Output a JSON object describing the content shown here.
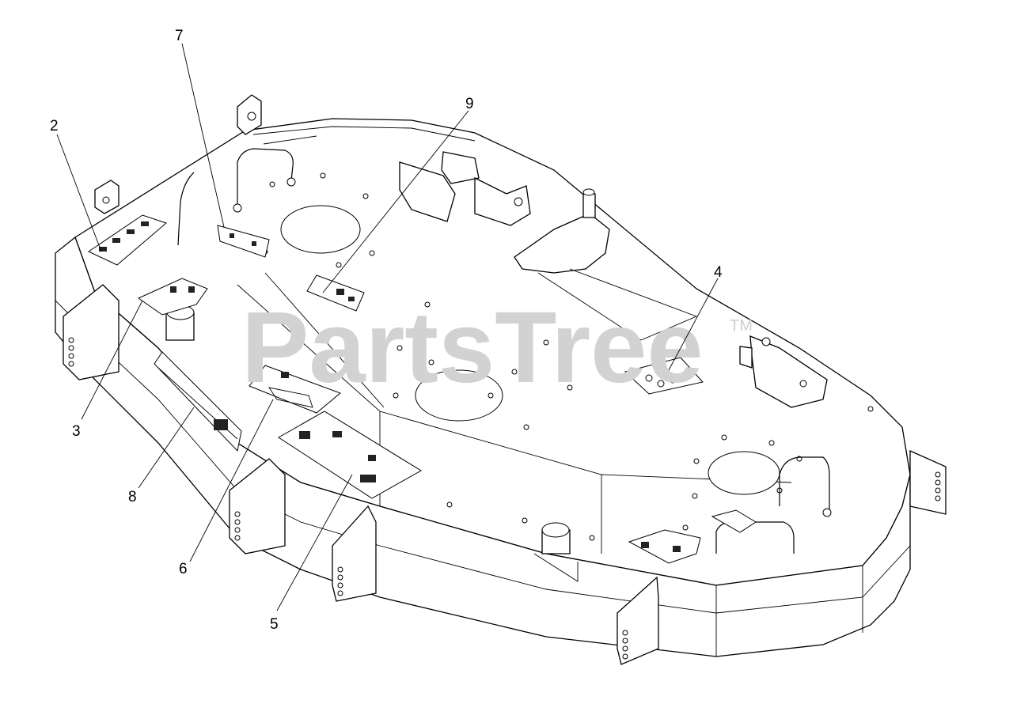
{
  "watermark": {
    "text": "PartsTree",
    "trademark": "TM"
  },
  "callouts": [
    {
      "id": "2",
      "label": "2"
    },
    {
      "id": "3",
      "label": "3"
    },
    {
      "id": "4",
      "label": "4"
    },
    {
      "id": "5",
      "label": "5"
    },
    {
      "id": "6",
      "label": "6"
    },
    {
      "id": "7",
      "label": "7"
    },
    {
      "id": "8",
      "label": "8"
    },
    {
      "id": "9",
      "label": "9"
    }
  ]
}
